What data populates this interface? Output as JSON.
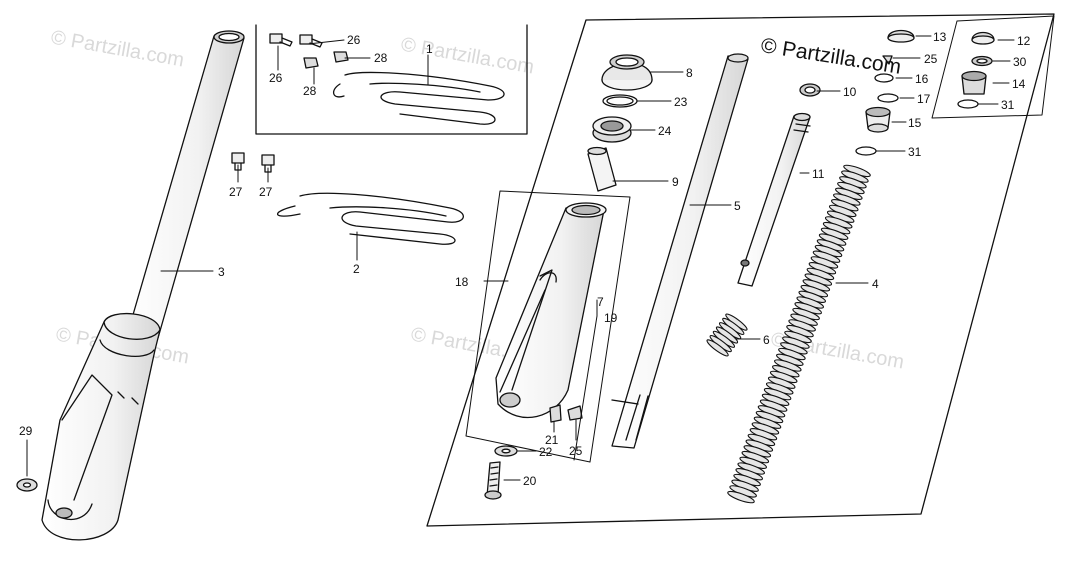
{
  "watermark": {
    "text": "© Partzilla.com"
  },
  "copyright": {
    "text": "© Partzilla.com"
  },
  "callouts": [
    {
      "id": "c1",
      "label": "1"
    },
    {
      "id": "c2",
      "label": "2"
    },
    {
      "id": "c3",
      "label": "3"
    },
    {
      "id": "c4",
      "label": "4"
    },
    {
      "id": "c5",
      "label": "5"
    },
    {
      "id": "c6",
      "label": "6"
    },
    {
      "id": "c7",
      "label": "7"
    },
    {
      "id": "c8",
      "label": "8"
    },
    {
      "id": "c9",
      "label": "9"
    },
    {
      "id": "c10",
      "label": "10"
    },
    {
      "id": "c11",
      "label": "11"
    },
    {
      "id": "c12",
      "label": "12"
    },
    {
      "id": "c13",
      "label": "13"
    },
    {
      "id": "c14",
      "label": "14"
    },
    {
      "id": "c15",
      "label": "15"
    },
    {
      "id": "c16",
      "label": "16"
    },
    {
      "id": "c17",
      "label": "17"
    },
    {
      "id": "c18",
      "label": "18"
    },
    {
      "id": "c19",
      "label": "19"
    },
    {
      "id": "c20",
      "label": "20"
    },
    {
      "id": "c21",
      "label": "21"
    },
    {
      "id": "c22",
      "label": "22"
    },
    {
      "id": "c23",
      "label": "23"
    },
    {
      "id": "c24",
      "label": "24"
    },
    {
      "id": "c25a",
      "label": "25"
    },
    {
      "id": "c25b",
      "label": "25"
    },
    {
      "id": "c26a",
      "label": "26"
    },
    {
      "id": "c26b",
      "label": "26"
    },
    {
      "id": "c27a",
      "label": "27"
    },
    {
      "id": "c27b",
      "label": "27"
    },
    {
      "id": "c28a",
      "label": "28"
    },
    {
      "id": "c28b",
      "label": "28"
    },
    {
      "id": "c29",
      "label": "29"
    },
    {
      "id": "c30",
      "label": "30"
    },
    {
      "id": "c31a",
      "label": "31"
    },
    {
      "id": "c31b",
      "label": "31"
    }
  ]
}
